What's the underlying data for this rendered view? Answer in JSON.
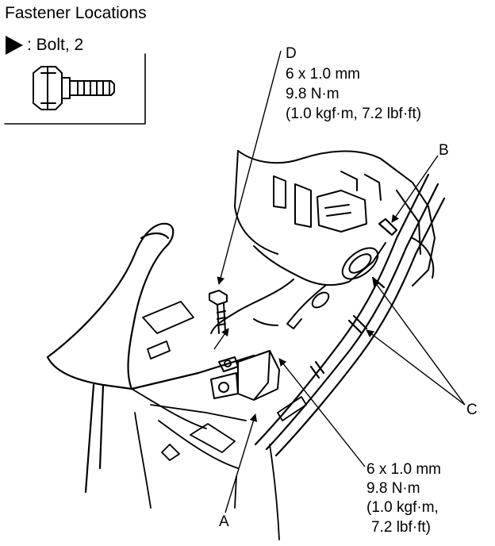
{
  "header": {
    "title": "Fastener Locations"
  },
  "legend": {
    "marker_icon": "black-triangle-pointer",
    "label": ": Bolt, 2",
    "part_icon": "flange-bolt"
  },
  "callouts": {
    "D": {
      "letter": "D",
      "size": "6 x 1.0 mm",
      "torque_nm": "9.8 N·m",
      "torque_alt": "(1.0 kgf·m, 7.2 lbf·ft)"
    },
    "B": {
      "letter": "B"
    },
    "C": {
      "letter": "C"
    },
    "A": {
      "letter": "A"
    },
    "A_spec": {
      "size": "6 x 1.0 mm",
      "torque_nm": "9.8 N·m",
      "torque_alt_1": "(1.0 kgf·m,",
      "torque_alt_2": "7.2 lbf·ft)"
    }
  },
  "colors": {
    "ink": "#000000",
    "background": "#ffffff"
  }
}
